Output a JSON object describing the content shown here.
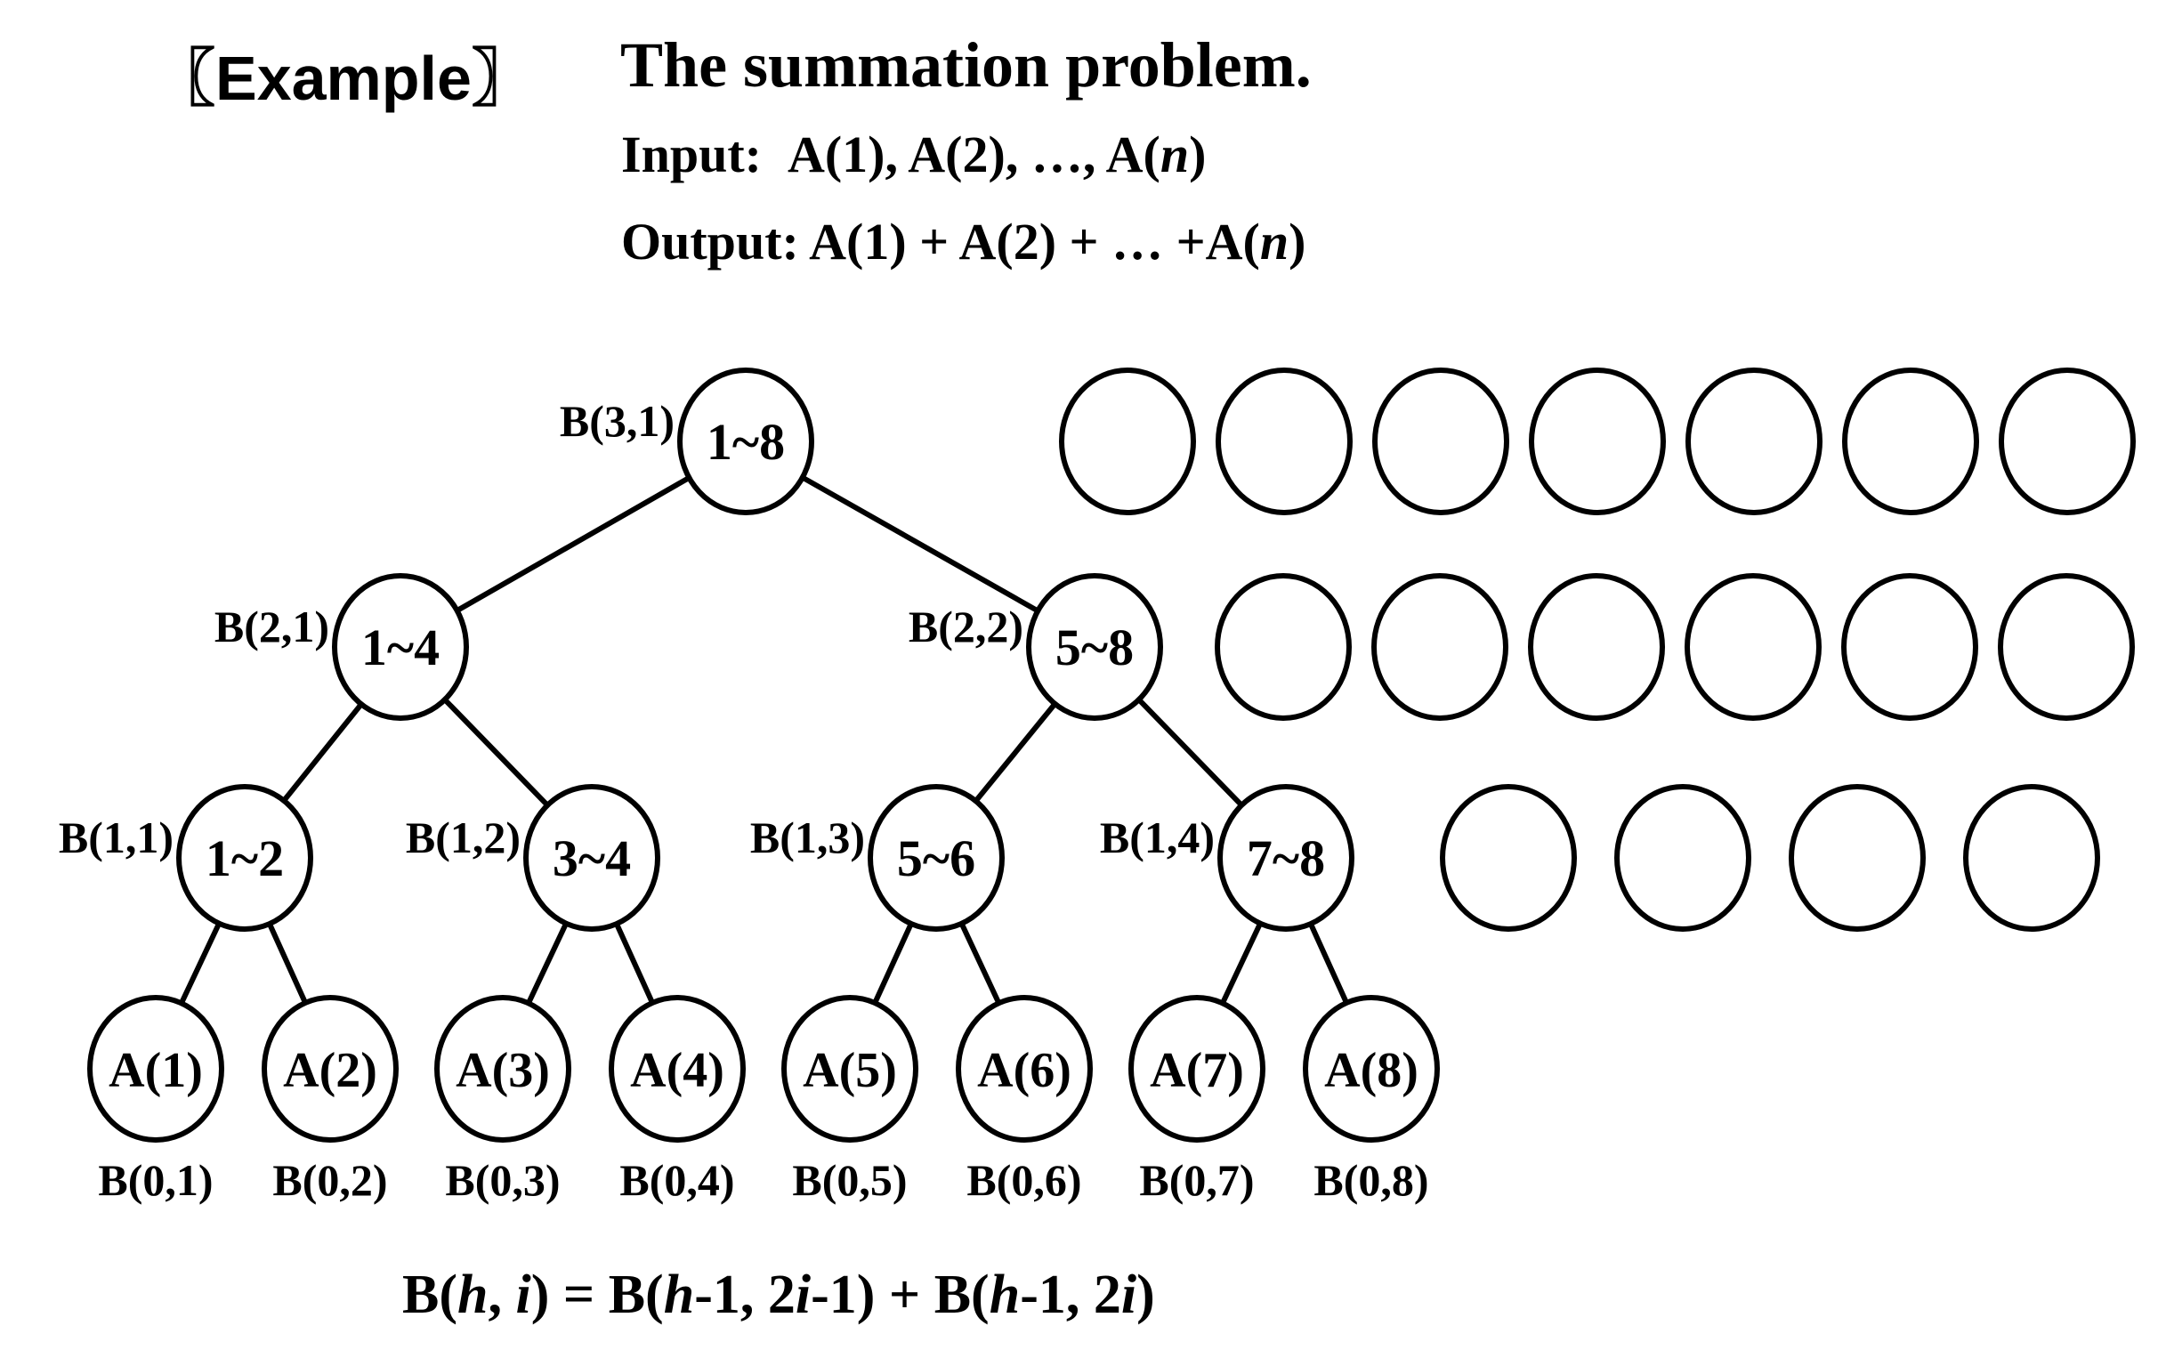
{
  "header": {
    "tag": "〖Example〗",
    "title": "The summation problem.",
    "input_label": "Input:",
    "input_items": "A(1), A(2), …, A(",
    "input_var": "n",
    "output_label": "Output:",
    "output_expr": "A(1) + A(2) + … +A(",
    "output_var": "n"
  },
  "tree": {
    "levels": [
      {
        "height": 3,
        "nodes": [
          {
            "label": "1~8",
            "name": "B(3,1)"
          }
        ],
        "empty_slots": 7
      },
      {
        "height": 2,
        "nodes": [
          {
            "label": "1~4",
            "name": "B(2,1)"
          },
          {
            "label": "5~8",
            "name": "B(2,2)"
          }
        ],
        "empty_slots": 6
      },
      {
        "height": 1,
        "nodes": [
          {
            "label": "1~2",
            "name": "B(1,1)"
          },
          {
            "label": "3~4",
            "name": "B(1,2)"
          },
          {
            "label": "5~6",
            "name": "B(1,3)"
          },
          {
            "label": "7~8",
            "name": "B(1,4)"
          }
        ],
        "empty_slots": 4
      },
      {
        "height": 0,
        "nodes": [
          {
            "label": "A(1)",
            "name": "B(0,1)"
          },
          {
            "label": "A(2)",
            "name": "B(0,2)"
          },
          {
            "label": "A(3)",
            "name": "B(0,3)"
          },
          {
            "label": "A(4)",
            "name": "B(0,4)"
          },
          {
            "label": "A(5)",
            "name": "B(0,5)"
          },
          {
            "label": "A(6)",
            "name": "B(0,6)"
          },
          {
            "label": "A(7)",
            "name": "B(0,7)"
          },
          {
            "label": "A(8)",
            "name": "B(0,8)"
          }
        ],
        "empty_slots": 0
      }
    ]
  },
  "formula": {
    "parts": [
      {
        "t": "B(",
        "i": false
      },
      {
        "t": "h",
        "i": true
      },
      {
        "t": ", ",
        "i": false
      },
      {
        "t": "i",
        "i": true
      },
      {
        "t": ") = B(",
        "i": false
      },
      {
        "t": "h",
        "i": true
      },
      {
        "t": "-1, 2",
        "i": false
      },
      {
        "t": "i",
        "i": true
      },
      {
        "t": "-1) + B(",
        "i": false
      },
      {
        "t": "h",
        "i": true
      },
      {
        "t": "-1, 2",
        "i": false
      },
      {
        "t": "i",
        "i": true
      },
      {
        "t": ")",
        "i": false
      }
    ]
  },
  "colors": {
    "stroke": "#000000",
    "background": "#ffffff"
  }
}
